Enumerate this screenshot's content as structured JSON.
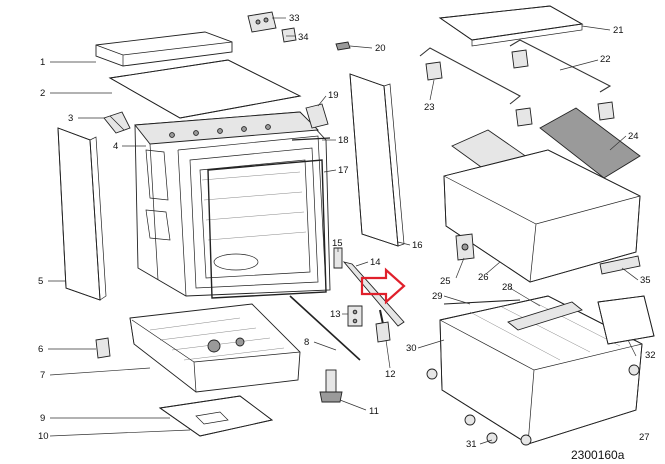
{
  "drawing_id": "2300160a",
  "labels": [
    "1",
    "2",
    "3",
    "4",
    "5",
    "6",
    "7",
    "8",
    "9",
    "10",
    "11",
    "12",
    "13",
    "14",
    "15",
    "16",
    "17",
    "18",
    "19",
    "20",
    "21",
    "22",
    "23",
    "24",
    "25",
    "26",
    "27",
    "28",
    "29",
    "30",
    "31",
    "32",
    "33",
    "34",
    "35"
  ],
  "highlight": {
    "color": "#e0202b",
    "target": "25"
  }
}
